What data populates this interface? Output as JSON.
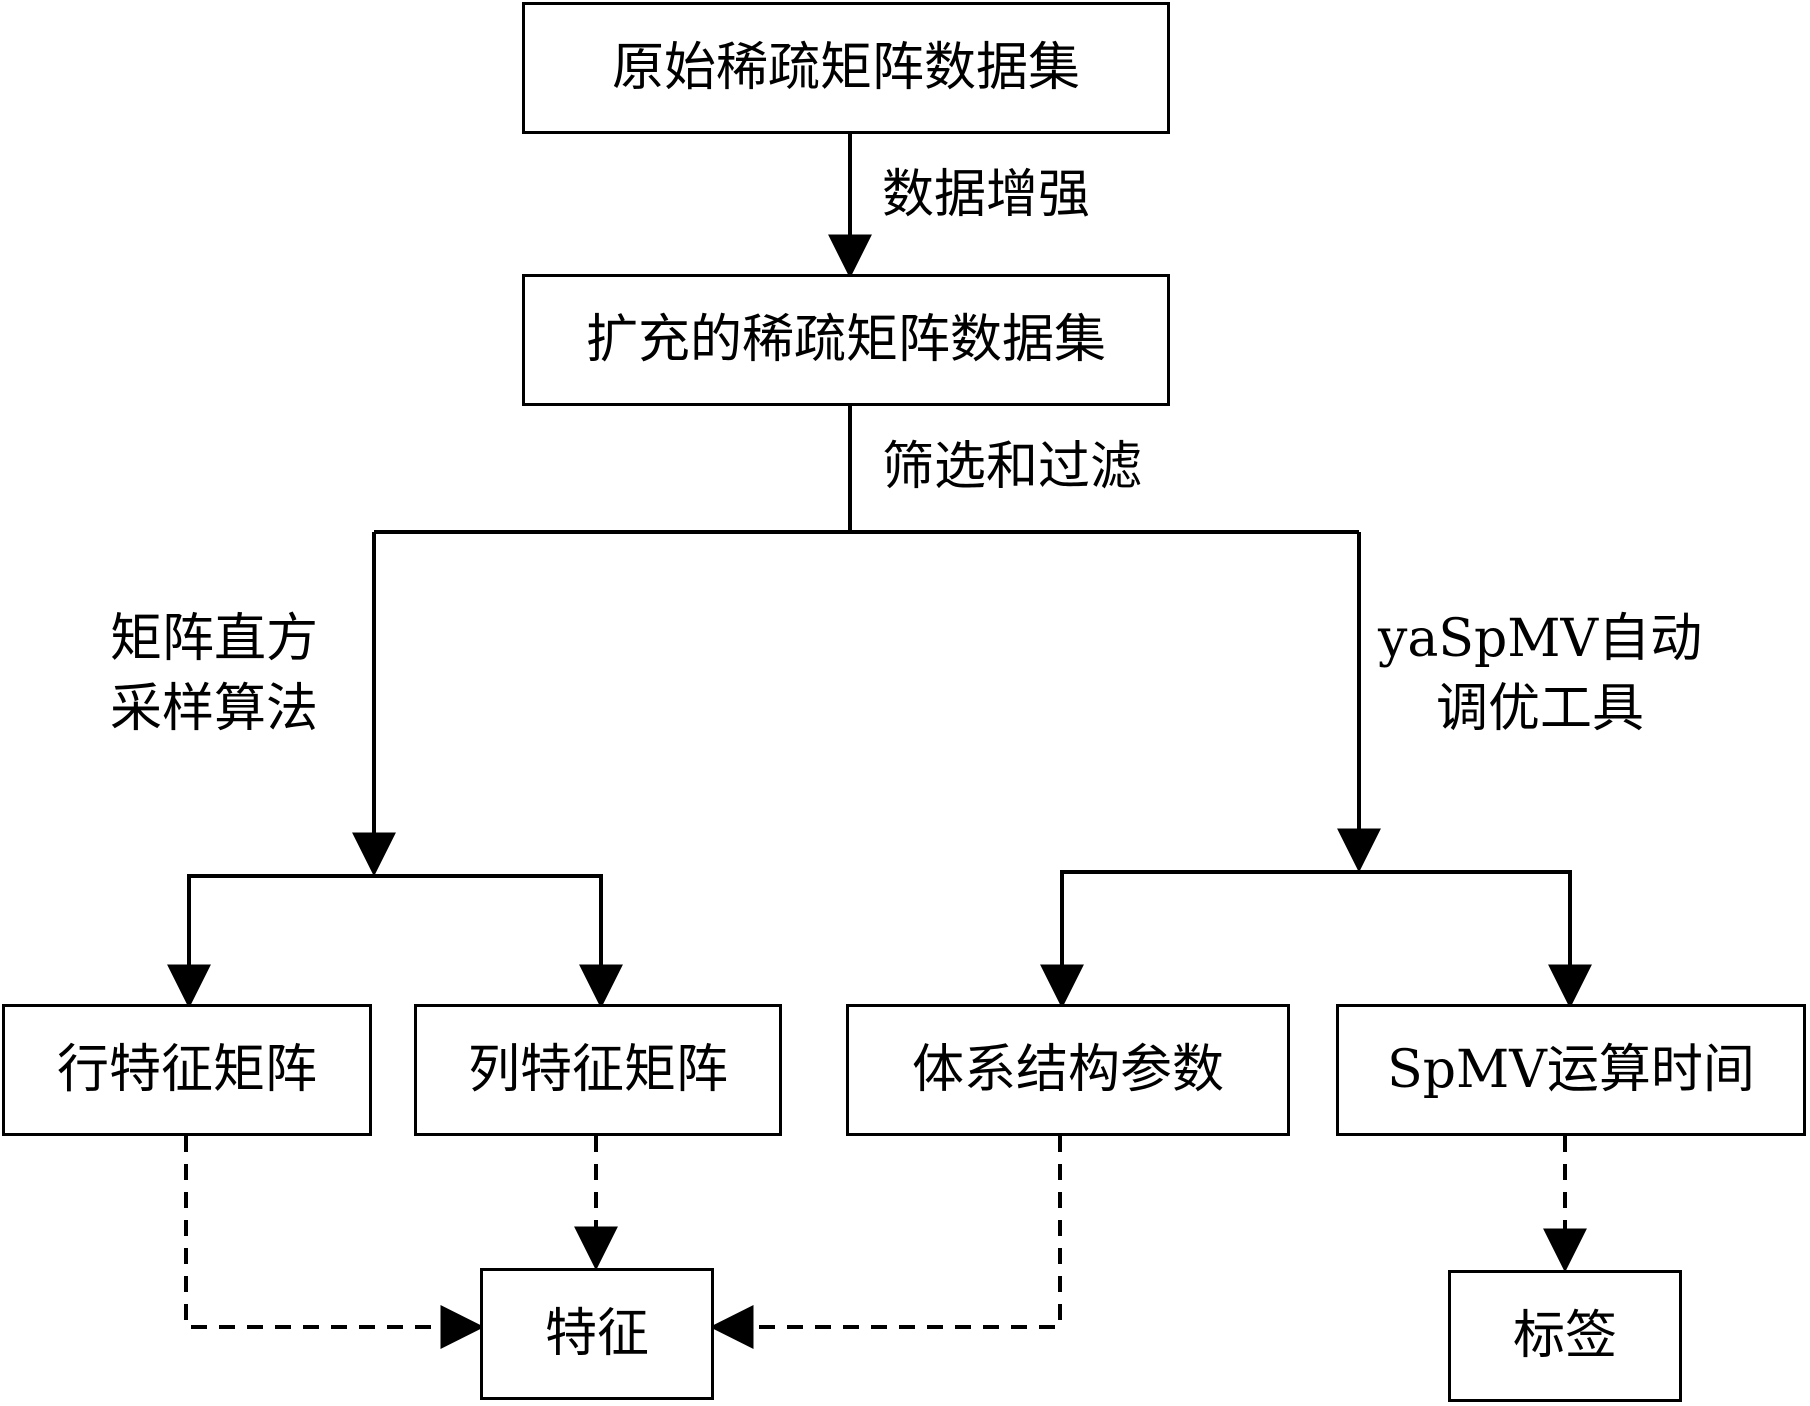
{
  "nodes": {
    "original": "原始稀疏矩阵数据集",
    "expanded": "扩充的稀疏矩阵数据集",
    "row_feature": "行特征矩阵",
    "col_feature": "列特征矩阵",
    "arch_params": "体系结构参数",
    "spmv_time": "SpMV运算时间",
    "feature": "特征",
    "label": "标签"
  },
  "edge_labels": {
    "augment": "数据增强",
    "filter": "筛选和过滤",
    "histogram_line1": "矩阵直方",
    "histogram_line2": "采样算法",
    "tuning_line1": "yaSpMV自动",
    "tuning_line2": "调优工具"
  }
}
